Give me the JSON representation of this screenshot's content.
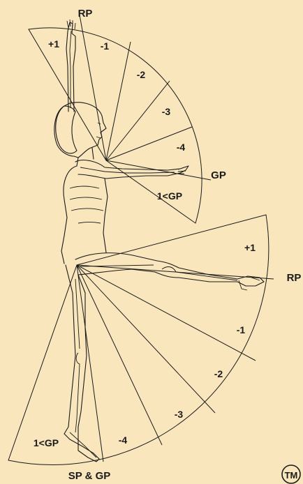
{
  "upper_fan": {
    "top_label": "RP",
    "segments": [
      "+1",
      "-1",
      "-2",
      "-3",
      "-4"
    ],
    "side_label": "GP",
    "lower_label": "1<GP"
  },
  "lower_fan": {
    "top_label": "+1",
    "side_label": "RP",
    "segments": [
      "-1",
      "-2",
      "-3",
      "-4"
    ],
    "bottom_left_label": "1<GP",
    "bottom_label": "SP & GP"
  },
  "trademark": "TM",
  "colors": {
    "background": "#f9e6bc",
    "ink": "#1a1a1a"
  }
}
